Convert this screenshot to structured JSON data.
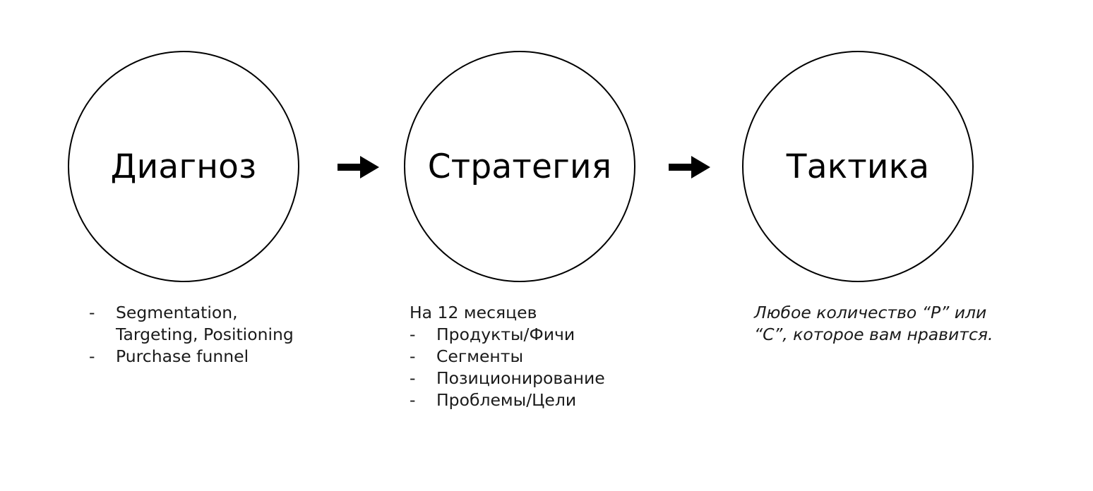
{
  "diagram": {
    "background_color": "#ffffff",
    "stroke_color": "#000000",
    "text_color": "#1a1a1a",
    "stages": [
      {
        "id": "diagnosis",
        "circle_label": "Диагноз",
        "notes": {
          "header": "",
          "bullet_marker": "-",
          "items": [
            "Segmentation, Targeting, Positioning",
            "Purchase funnel"
          ]
        }
      },
      {
        "id": "strategy",
        "circle_label": "Стратегия",
        "notes": {
          "header": "На 12 месяцев",
          "bullet_marker": "-",
          "items": [
            "Продукты/Фичи",
            "Сегменты",
            "Позиционирование",
            "Проблемы/Цели"
          ]
        }
      },
      {
        "id": "tactics",
        "circle_label": "Тактика",
        "notes": {
          "header": "",
          "bullet_marker": "",
          "paragraph_lines": [
            "Любое количество “P” или",
            "“C”, которое вам нравится."
          ],
          "paragraph": "Любое количество “P” или “C”, которое вам нравится."
        }
      }
    ],
    "connectors": [
      {
        "id": "arrow-diagnosis-to-strategy",
        "icon": "arrow-right-icon"
      },
      {
        "id": "arrow-strategy-to-tactics",
        "icon": "arrow-right-icon"
      }
    ]
  }
}
